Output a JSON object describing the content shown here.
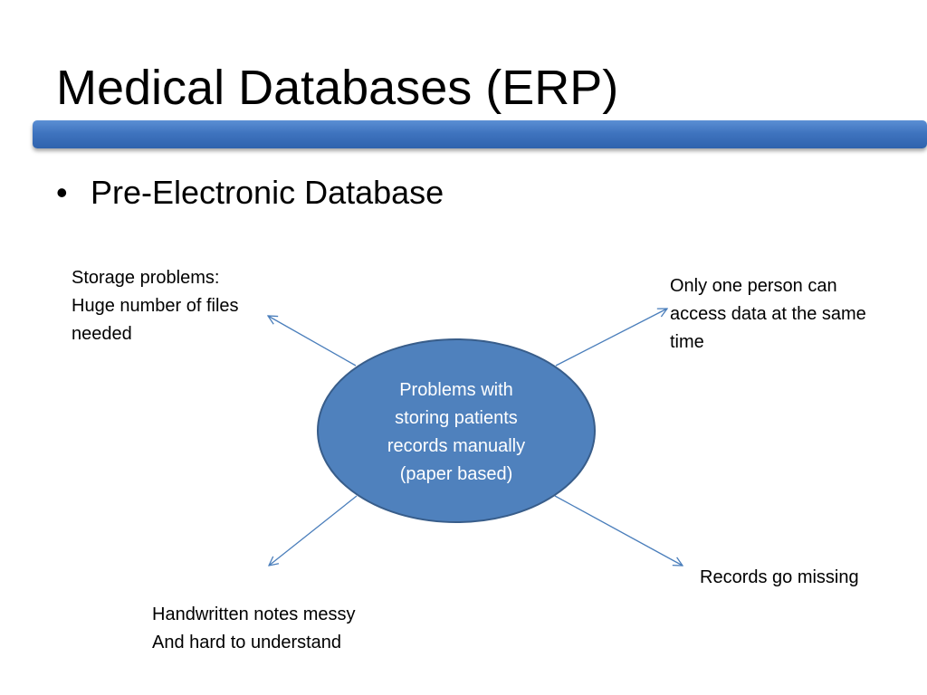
{
  "slide": {
    "title": "Medical Databases (ERP)",
    "bullet_glyph": "•",
    "bullet_text": "Pre-Electronic Database"
  },
  "diagram": {
    "center": {
      "lines": [
        "Problems with",
        "storing patients",
        "records manually",
        "(paper based)"
      ],
      "fill_color": "#4f81bd",
      "border_color": "#385d8a"
    },
    "arrow_color": "#4a7ebb",
    "notes": {
      "top_left": [
        "Storage problems:",
        "Huge number of files",
        "needed"
      ],
      "top_right": [
        "Only one person can",
        "access data at the same",
        "time"
      ],
      "bottom_left": [
        "Handwritten notes messy",
        "And hard to understand"
      ],
      "bottom_right": [
        "Records go missing"
      ]
    }
  }
}
